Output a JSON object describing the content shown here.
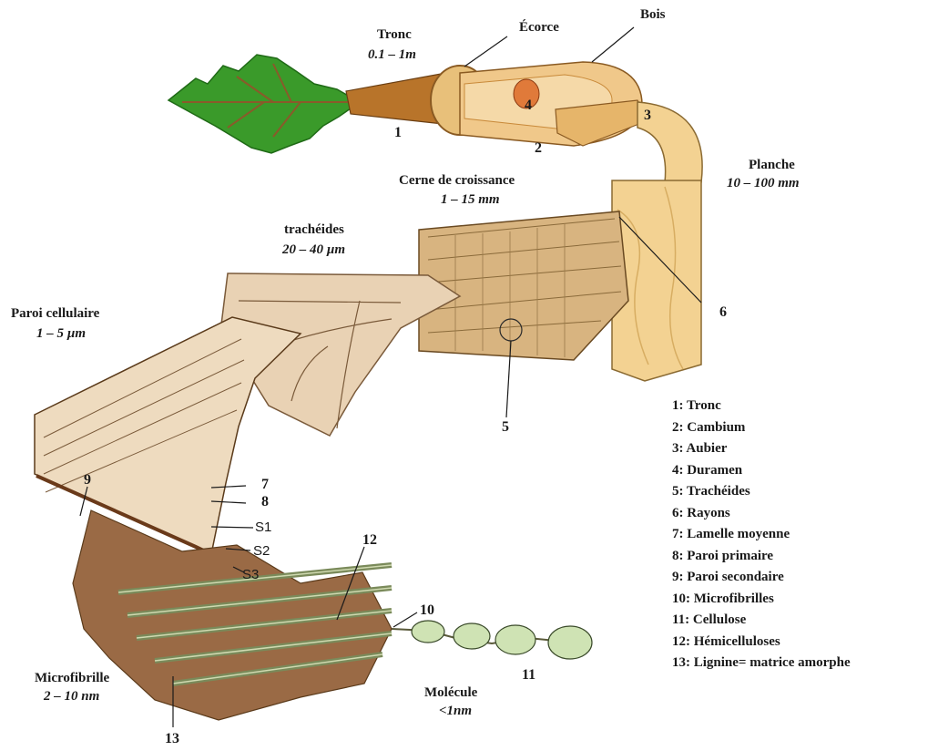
{
  "labels": {
    "tronc": {
      "title": "Tronc",
      "scale": "0.1 – 1m"
    },
    "ecorce": "Écorce",
    "bois": "Bois",
    "planche": {
      "title": "Planche",
      "scale": "10 – 100 mm"
    },
    "cerne": {
      "title": "Cerne de croissance",
      "scale": "1 – 15 mm"
    },
    "tracheides": {
      "title": "trachéides",
      "scale": "20 – 40 µm"
    },
    "paroi": {
      "title": "Paroi cellulaire",
      "scale": "1 – 5 µm"
    },
    "microfibrille": {
      "title": "Microfibrille",
      "scale": "2 – 10 nm"
    },
    "molecule": {
      "title": "Molécule",
      "scale": "<1nm"
    },
    "layers": [
      "S1",
      "S2",
      "S3"
    ]
  },
  "numbers": [
    "1",
    "2",
    "3",
    "4",
    "5",
    "6",
    "7",
    "8",
    "9",
    "10",
    "11",
    "12",
    "13"
  ],
  "legend": [
    "1: Tronc",
    "2: Cambium",
    "3: Aubier",
    "4: Duramen",
    "5: Trachéides",
    "6: Rayons",
    "7: Lamelle moyenne",
    "8: Paroi primaire",
    "9: Paroi secondaire",
    "10: Microfibrilles",
    "11: Cellulose",
    "12: Hémicelluloses",
    "13: Lignine= matrice amorphe"
  ],
  "colors": {
    "leaf": "#3a9a2a",
    "bark": "#b8742a",
    "wood": "#efc97e",
    "cell_wall": "#e9d2b4",
    "fibre": "#7a8a5a",
    "lignin": "#9a6a45",
    "glucose": "#cfe3b4"
  }
}
